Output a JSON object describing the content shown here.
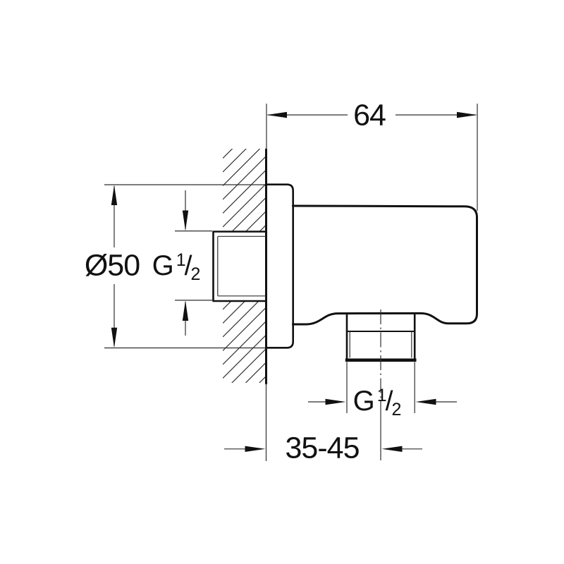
{
  "drawing_labels": {
    "width": {
      "value": "64"
    },
    "flange_diameter": {
      "value": "Ø50"
    },
    "inlet_thread": {
      "letter": "G",
      "numerator": "1",
      "slash": "/",
      "denominator": "2"
    },
    "outlet_thread": {
      "letter": "G",
      "numerator": "1",
      "slash": "/",
      "denominator": "2"
    },
    "wall_distance_range": {
      "value": "35-45"
    }
  },
  "style": {
    "line_color": "#111111",
    "background": "#ffffff"
  }
}
